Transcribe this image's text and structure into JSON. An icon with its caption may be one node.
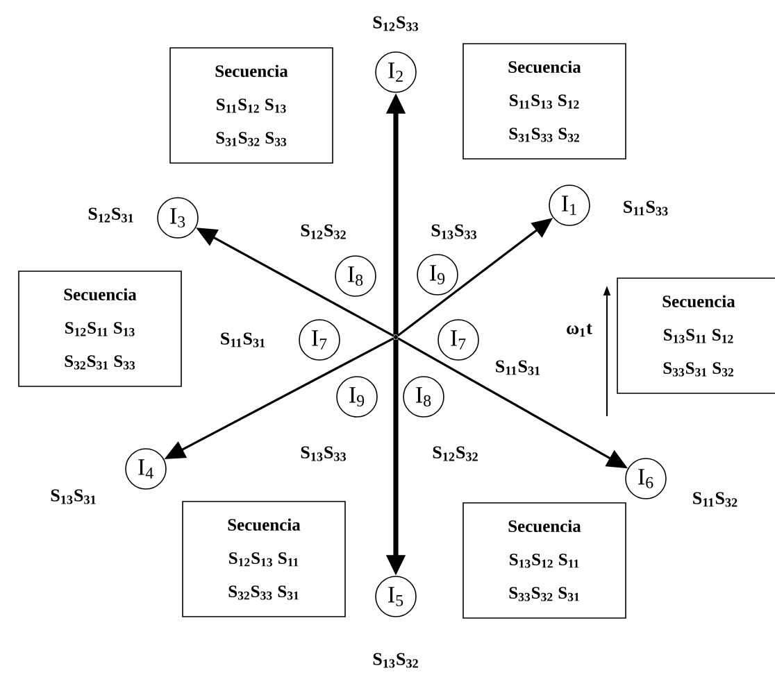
{
  "diagram": {
    "nodes": [
      {
        "text": [
          "Secuencia",
          "S$_{11}$S$_{12}$ S$_{13}$",
          "S$_{31}$S$_{32}$ S$_{33}$"
        ]
      },
      {
        "text": [
          "I$_{2}$"
        ],
        "beside": [
          "S$_{12}$S$_{33}$"
        ]
      },
      {
        "text": [
          "Secuencia",
          "S$_{11}$S$_{13}$ S$_{12}$",
          "S$_{31}$S$_{33}$ S$_{32}$"
        ]
      },
      {
        "text": [
          "I$_{3}$"
        ],
        "beside": [
          "S$_{12}$S$_{31}$"
        ]
      },
      {
        "text": [
          "I$_{1}$"
        ],
        "beside": [
          "S$_{11}$S$_{33}$"
        ]
      },
      {
        "text": [
          "I$_{8}$"
        ]
      },
      {
        "text": [
          "I$_{9}$"
        ]
      },
      {
        "text": [
          "Secuencia",
          "S$_{12}$S$_{11}$ S$_{13}$",
          "S$_{32}$S$_{31}$ S$_{33}$"
        ]
      },
      {
        "text": [
          "I$_{7}$"
        ]
      },
      {
        "text": [],
        "shape": "point"
      },
      {
        "text": [
          "I$_{7}$"
        ]
      },
      {
        "text": [
          "Secuencia",
          "S$_{13}$S$_{11}$ S$_{12}$",
          "S$_{33}$S$_{31}$ S$_{32}$"
        ]
      },
      {
        "text": [
          "I$_{9}$"
        ]
      },
      {
        "text": [
          "I$_{8}$"
        ]
      },
      {
        "text": [
          "I$_{4}$"
        ],
        "beside": [
          "S$_{13}$S$_{31}$"
        ]
      },
      {
        "text": [
          "I$_{6}$"
        ],
        "beside": [
          "S$_{11}$S$_{32}$"
        ]
      },
      {
        "text": [
          "Secuencia",
          "S$_{12}$S$_{13}$ S$_{11}$",
          "S$_{32}$S$_{33}$ S$_{31}$"
        ]
      },
      {
        "text": [
          "I$_{5}$"
        ],
        "beside": [
          "S$_{13}$S$_{32}$"
        ]
      },
      {
        "text": [
          "Secuencia",
          "S$_{13}$S$_{12}$ S$_{11}$",
          "S$_{33}$S$_{32}$ S$_{31}$"
        ]
      }
    ],
    "edges": [
      {
        "from": 9,
        "to": 4,
        "arrow": "to"
      },
      {
        "from": 9,
        "to": 1,
        "arrow": "to",
        "style": "thick"
      },
      {
        "from": 9,
        "to": 3,
        "arrow": "to"
      },
      {
        "from": 9,
        "to": 14,
        "arrow": "to"
      },
      {
        "from": 9,
        "to": 17,
        "arrow": "to",
        "style": "thick"
      },
      {
        "from": 9,
        "to": 15,
        "arrow": "to"
      }
    ],
    "labels": [
      "S$_{12}$S$_{32}$",
      "S$_{13}$S$_{33}$",
      "ω$_{1}$t",
      "S$_{11}$S$_{31}$",
      "S$_{11}$S$_{31}$",
      "S$_{13}$S$_{33}$",
      "S$_{12}$S$_{32}$"
    ]
  }
}
